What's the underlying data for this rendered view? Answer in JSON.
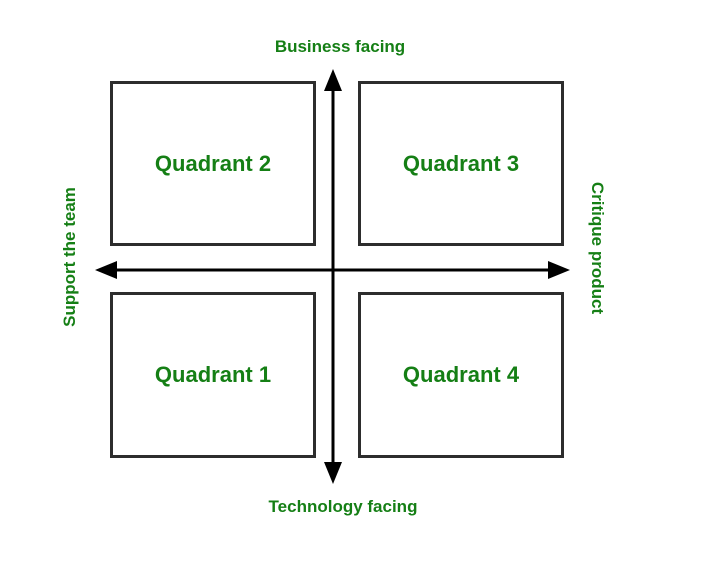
{
  "diagram": {
    "axis_labels": {
      "top": "Business facing",
      "bottom": "Technology facing",
      "left": "Support the team",
      "right": "Critique product"
    },
    "quadrants": {
      "top_left": "Quadrant 2",
      "top_right": "Quadrant 3",
      "bottom_left": "Quadrant 1",
      "bottom_right": "Quadrant 4"
    },
    "colors": {
      "label_green": "#157f15",
      "box_border": "#2d2d2d",
      "arrow": "#000000",
      "background": "#ffffff"
    }
  }
}
